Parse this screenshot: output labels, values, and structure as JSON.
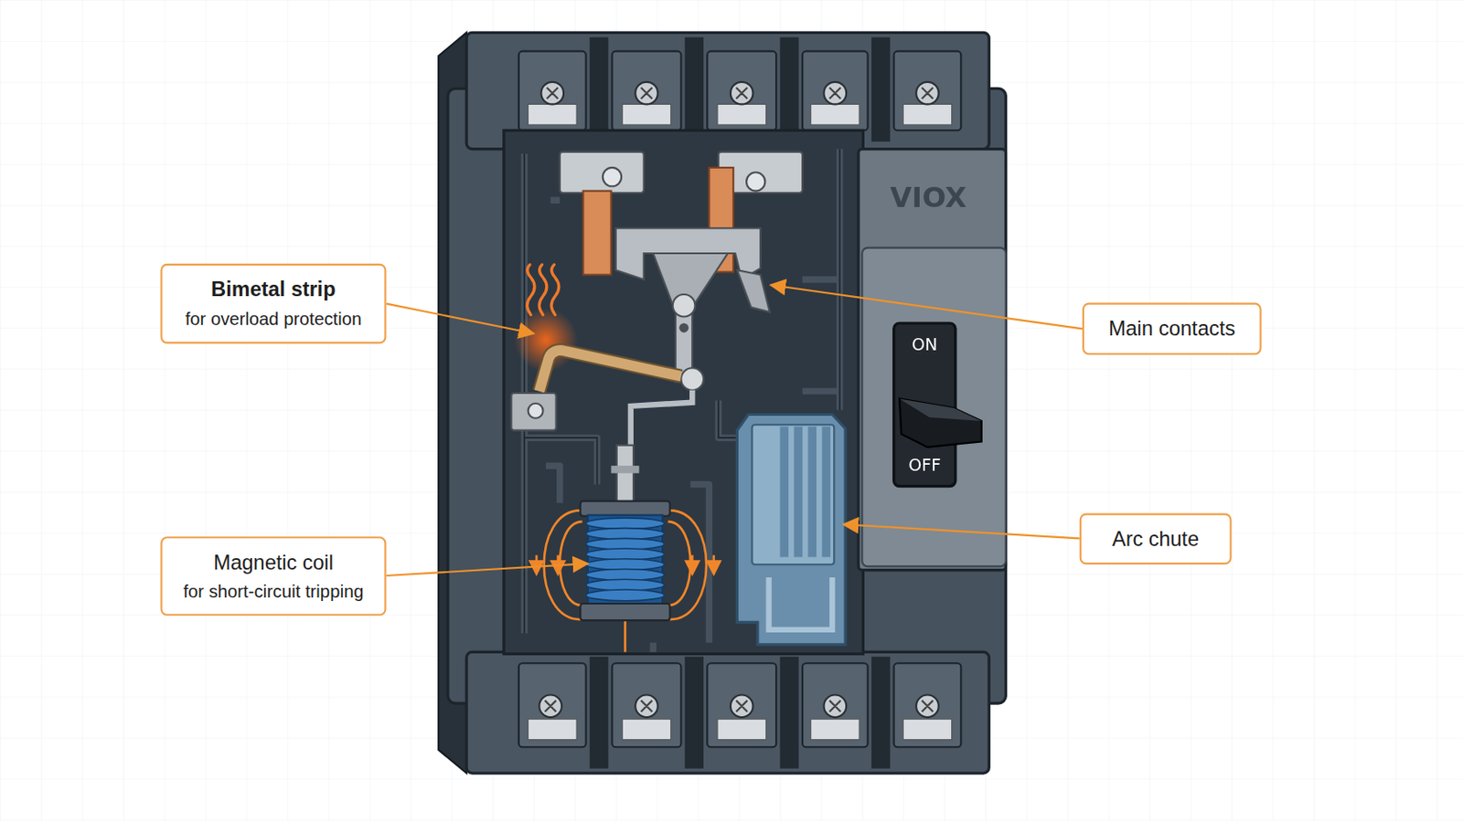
{
  "diagram": {
    "nodes": [
      {
        "text": [
          "Bimetal strip",
          "for overload protection"
        ]
      },
      {
        "text": [
          "Main contacts"
        ]
      },
      {
        "text": [
          "Arc chute"
        ]
      },
      {
        "text": [
          "Magnetic coil",
          "for short-circuit tripping"
        ]
      }
    ],
    "labels": [
      "VIOX",
      "ON",
      "OFF"
    ]
  }
}
